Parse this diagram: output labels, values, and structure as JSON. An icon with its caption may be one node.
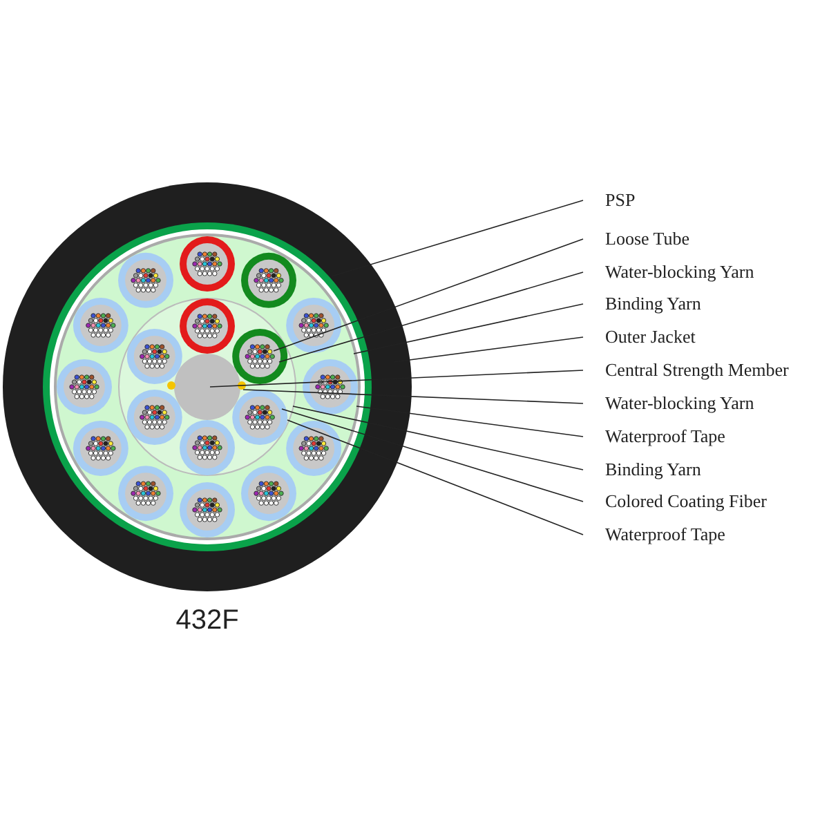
{
  "diagram": {
    "caption": "432F",
    "nodes": [
      {
        "text": [
          "PSP"
        ]
      },
      {
        "text": [
          "Loose Tube"
        ]
      },
      {
        "text": [
          "Water-blocking Yarn"
        ]
      },
      {
        "text": [
          "Binding Yarn"
        ]
      },
      {
        "text": [
          "Outer Jacket"
        ]
      },
      {
        "text": [
          "Central Strength Member"
        ]
      },
      {
        "text": [
          "Water-blocking Yarn"
        ]
      },
      {
        "text": [
          "Waterproof Tape"
        ]
      },
      {
        "text": [
          "Binding Yarn"
        ]
      },
      {
        "text": [
          "Colored Coating Fiber"
        ]
      },
      {
        "text": [
          "Waterproof Tape"
        ]
      }
    ],
    "edges": [
      {
        "from": 0,
        "to": null,
        "arrow": "none"
      },
      {
        "from": 1,
        "to": null,
        "arrow": "none"
      },
      {
        "from": 2,
        "to": null,
        "arrow": "none"
      },
      {
        "from": 3,
        "to": null,
        "arrow": "none"
      },
      {
        "from": 4,
        "to": null,
        "arrow": "none"
      },
      {
        "from": 5,
        "to": null,
        "arrow": "none"
      },
      {
        "from": 6,
        "to": null,
        "arrow": "none"
      },
      {
        "from": 7,
        "to": null,
        "arrow": "none"
      },
      {
        "from": 8,
        "to": null,
        "arrow": "none"
      },
      {
        "from": 9,
        "to": null,
        "arrow": "none"
      },
      {
        "from": 10,
        "to": null,
        "arrow": "none"
      }
    ]
  }
}
